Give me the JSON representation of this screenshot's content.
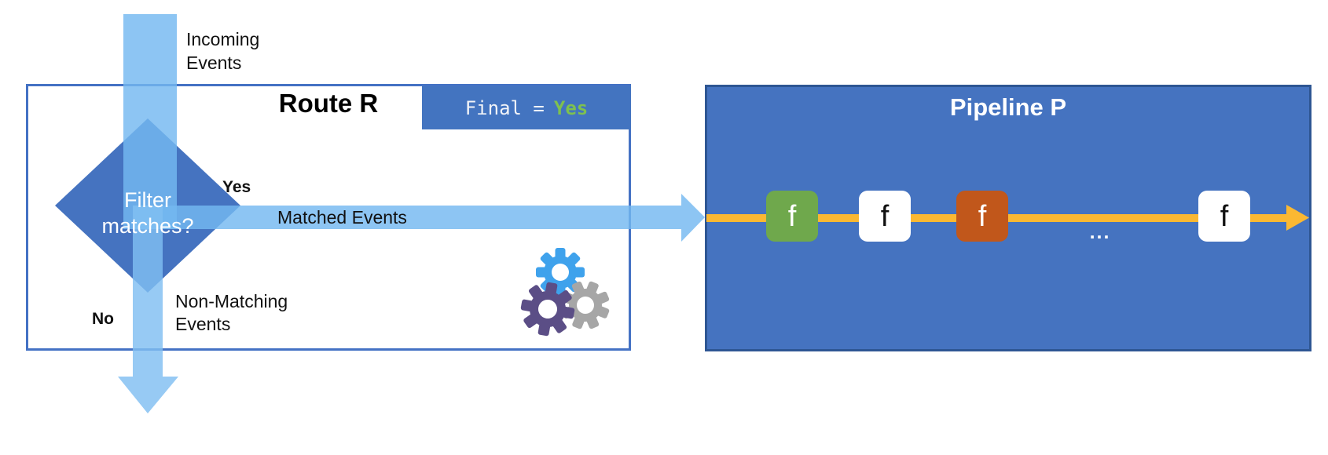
{
  "route": {
    "title": "Route R",
    "badge": {
      "label": "Final =",
      "value": "Yes"
    },
    "diamond_label": "Filter matches?",
    "yes_label": "Yes",
    "no_label": "No"
  },
  "flows": {
    "incoming_label": "Incoming Events",
    "matched_label": "Matched Events",
    "non_matching_label": "Non-Matching Events"
  },
  "pipeline": {
    "title": "Pipeline P",
    "functions": [
      {
        "label": "f",
        "style": "green"
      },
      {
        "label": "f",
        "style": "white"
      },
      {
        "label": "f",
        "style": "orange"
      },
      {
        "label": "f",
        "style": "white"
      }
    ],
    "ellipsis": "..."
  },
  "colors": {
    "box_blue": "#4573C0",
    "box_border_dark": "#2E5693",
    "route_border": "#4472C4",
    "event_band_blue": "#8DC3F0",
    "flow_orange": "#FBB832",
    "badge_green": "#7EC14F",
    "fn_green": "#6FA84C",
    "fn_orange": "#C1571B",
    "gear_blue": "#3FA2EC",
    "gear_purple": "#5B4E86",
    "gear_gray": "#A6A6A6"
  }
}
